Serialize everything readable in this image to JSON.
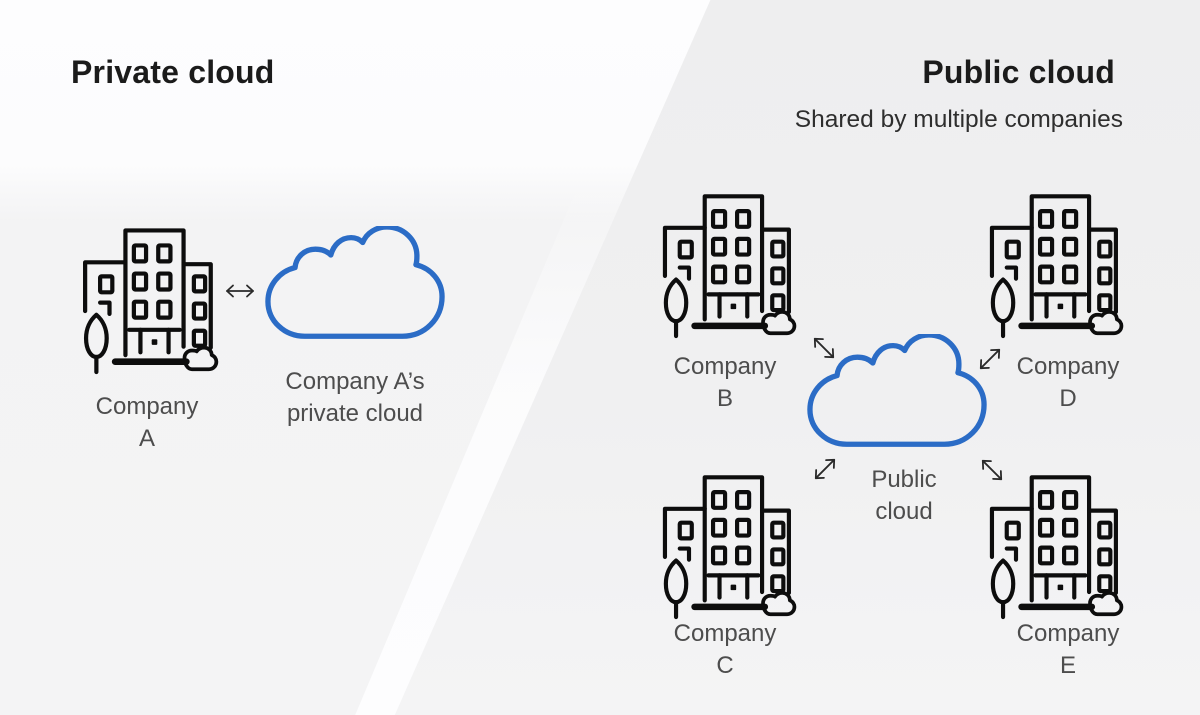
{
  "diagram": {
    "private": {
      "title": "Private cloud",
      "company": {
        "name_line1": "Company",
        "name_line2": "A"
      },
      "cloud_label_line1": "Company A’s",
      "cloud_label_line2": "private cloud"
    },
    "public": {
      "title": "Public cloud",
      "subtitle": "Shared by multiple companies",
      "companies": [
        {
          "name_line1": "Company",
          "name_line2": "B",
          "position": "top-left"
        },
        {
          "name_line1": "Company",
          "name_line2": "D",
          "position": "top-right"
        },
        {
          "name_line1": "Company",
          "name_line2": "C",
          "position": "bottom-left"
        },
        {
          "name_line1": "Company",
          "name_line2": "E",
          "position": "bottom-right"
        }
      ],
      "cloud_label_line1": "Public",
      "cloud_label_line2": "cloud"
    },
    "icons": {
      "building": "office-building-icon",
      "cloud": "cloud-outline-icon",
      "arrow": "double-headed-arrow-icon"
    },
    "colors": {
      "cloud_blue": "#2b6cc6",
      "icon_black": "#0d0d0d",
      "label_gray": "#4d4d4d",
      "title_black": "#1b1b1b",
      "subtitle_gray": "#2e2e2e",
      "arrow_dark": "#2a2a2a",
      "bg_left_white": "#fdfdfe",
      "bg_right_gray": "#f0f0f1"
    }
  }
}
